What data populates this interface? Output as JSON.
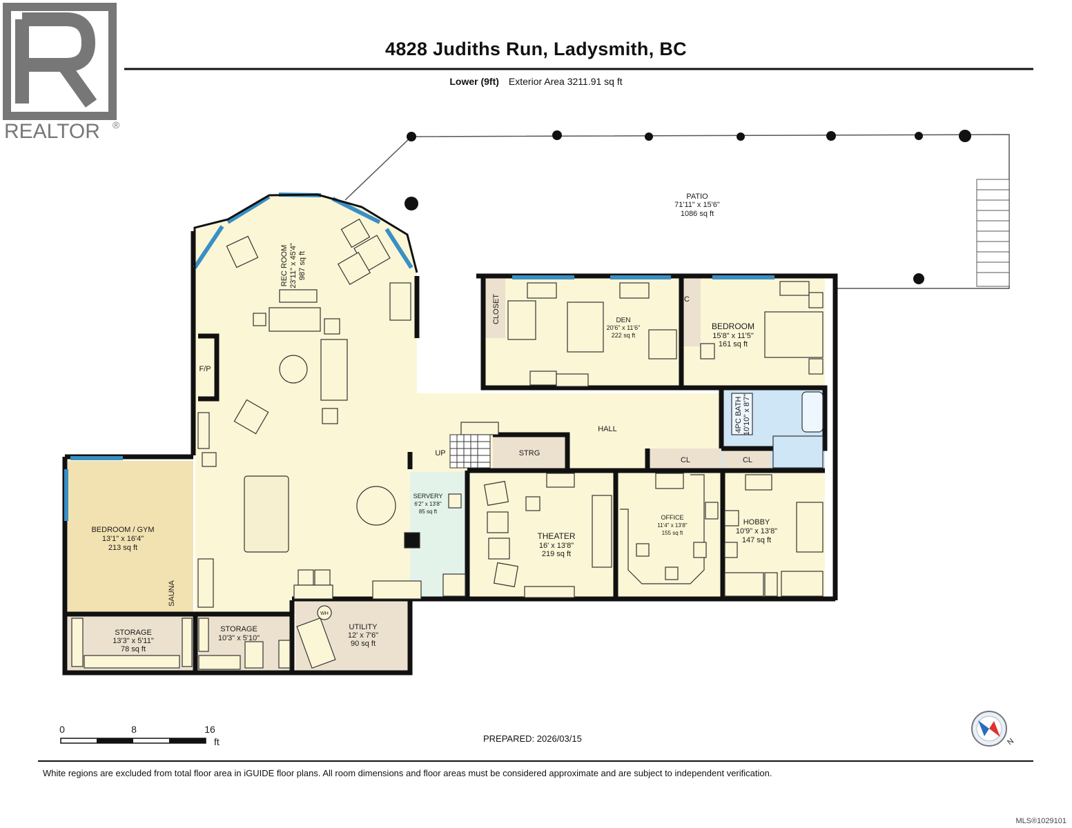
{
  "header": {
    "title": "4828 Judiths Run, Ladysmith, BC",
    "level": "Lower (9ft)",
    "exterior_area": "Exterior Area 3211.91 sq ft"
  },
  "logo": {
    "text": "REALTOR",
    "mark": "®"
  },
  "rooms": {
    "patio": {
      "name": "PATIO",
      "dims": "71'11\" x 15'6\"",
      "area": "1086 sq ft"
    },
    "rec_room": {
      "name": "REC ROOM",
      "dims": "23'11\" x 45'4\"",
      "area": "987 sq ft"
    },
    "den": {
      "name": "DEN",
      "dims": "20'6\" x 11'6\"",
      "area": "222 sq ft"
    },
    "bedroom": {
      "name": "BEDROOM",
      "dims": "15'8\" x 11'5\"",
      "area": "161 sq ft"
    },
    "bath": {
      "name": "4PC BATH",
      "dims": "10'10\" x 8'7\""
    },
    "hall": {
      "name": "HALL"
    },
    "bedroom_gym": {
      "name": "BEDROOM / GYM",
      "dims": "13'1\" x 16'4\"",
      "area": "213 sq ft"
    },
    "servery": {
      "name": "SERVERY",
      "dims": "6'2\" x 13'8\"",
      "area": "85 sq ft"
    },
    "theater": {
      "name": "THEATER",
      "dims": "16' x 13'8\"",
      "area": "219 sq ft"
    },
    "office": {
      "name": "OFFICE",
      "dims": "11'4\" x 13'8\"",
      "area": "155 sq ft"
    },
    "hobby": {
      "name": "HOBBY",
      "dims": "10'9\" x 13'8\"",
      "area": "147 sq ft"
    },
    "storage1": {
      "name": "STORAGE",
      "dims": "13'3\" x 5'11\"",
      "area": "78 sq ft"
    },
    "storage2": {
      "name": "STORAGE",
      "dims": "10'3\" x 5'10\""
    },
    "utility": {
      "name": "UTILITY",
      "dims": "12' x 7'6\"",
      "area": "90 sq ft"
    }
  },
  "labels": {
    "closet": "CLOSET",
    "c": "C",
    "fp": "F/P",
    "up": "UP",
    "strg": "STRG",
    "cl": "CL",
    "sauna": "SAUNA",
    "wh": "WH"
  },
  "scale": {
    "zero": "0",
    "mid": "8",
    "max": "16",
    "unit": "ft"
  },
  "prepared": "PREPARED: 2026/03/15",
  "compass": {
    "label": "N"
  },
  "disclaimer": "White regions are excluded from total floor area in iGUIDE floor plans. All room dimensions and floor areas must be considered approximate and are subject to independent verification.",
  "mls": "MLS®1029101",
  "colors": {
    "room_yellow": "#fbf6d6",
    "room_tan": "#f2e2b1",
    "room_beige": "#ece1cf",
    "bath_blue": "#cfe6f7",
    "servery_green": "#e3f3ea",
    "window_blue": "#3a8fc4",
    "wall": "#111111"
  }
}
